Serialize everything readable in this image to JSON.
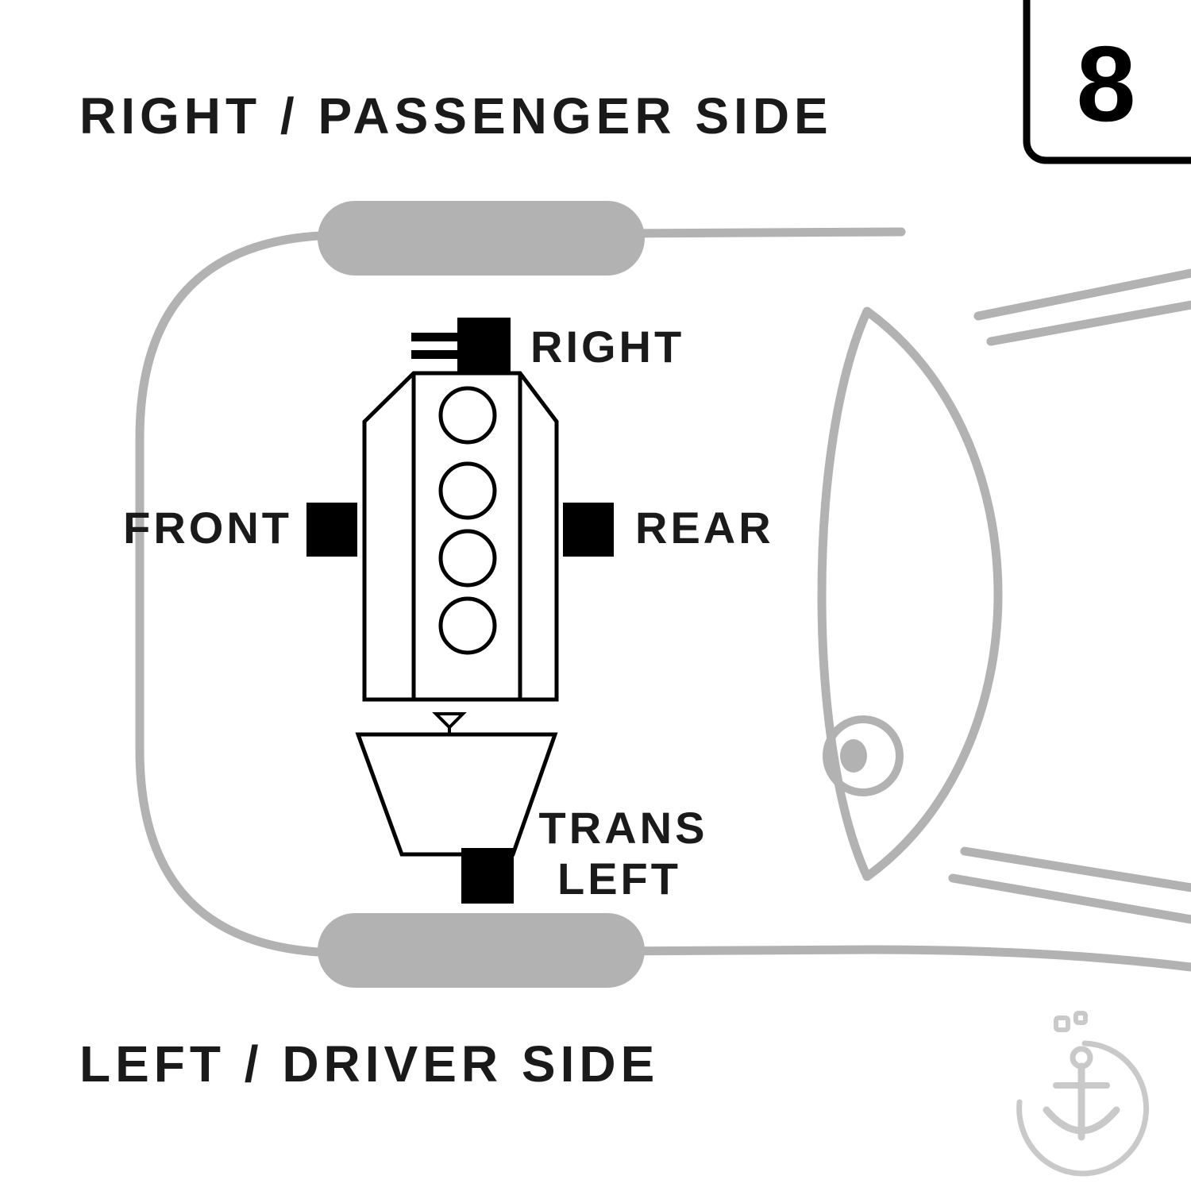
{
  "page": {
    "background": "#ffffff"
  },
  "colors": {
    "car_gray": "#b2b2b2",
    "line_black": "#000000",
    "text_black": "#1a1a1a",
    "watermark_gray": "#c9c9c9"
  },
  "titles": {
    "top": "RIGHT / PASSENGER SIDE",
    "bottom": "LEFT / DRIVER SIDE"
  },
  "page_number": "8",
  "diagram": {
    "mount_labels": {
      "top_mount": "RIGHT",
      "front_mount": "FRONT",
      "rear_mount": "REAR",
      "trans_mount_line1": "TRANS",
      "trans_mount_line2": "LEFT"
    }
  }
}
